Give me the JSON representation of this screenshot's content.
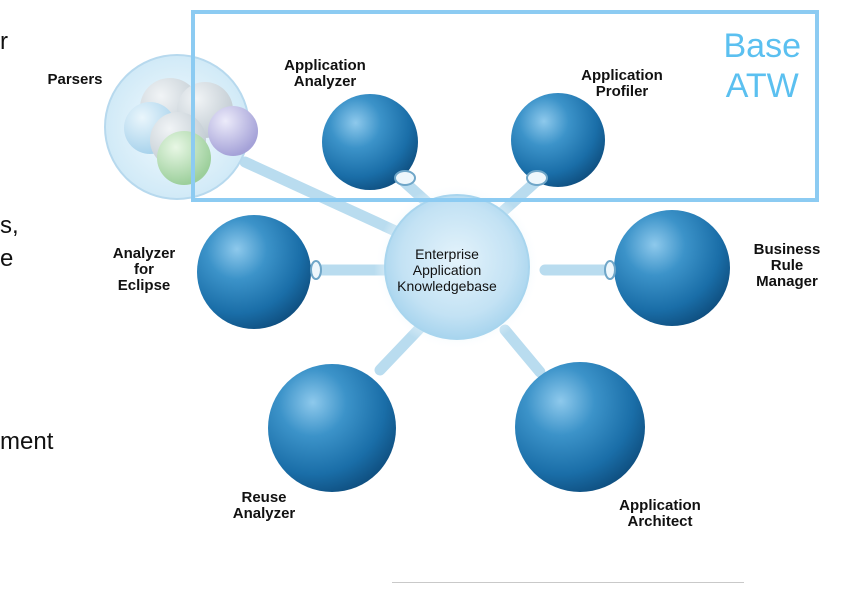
{
  "left_fragments": [
    "r",
    "s,",
    "e",
    "ment"
  ],
  "base_box": {
    "line1": "Base",
    "line2": "ATW",
    "color": "#5bc0f0",
    "border_color": "#8ccbf2"
  },
  "center": {
    "lines": [
      "Enterprise",
      "Application",
      "Knowledgebase"
    ]
  },
  "nodes": {
    "parsers": {
      "lines": [
        "Parsers"
      ]
    },
    "app_analyzer": {
      "lines": [
        "Application",
        "Analyzer"
      ]
    },
    "app_profiler": {
      "lines": [
        "Application",
        "Profiler"
      ]
    },
    "eclipse": {
      "lines": [
        "Analyzer",
        "for",
        "Eclipse"
      ]
    },
    "brm": {
      "lines": [
        "Business",
        "Rule",
        "Manager"
      ]
    },
    "reuse": {
      "lines": [
        "Reuse",
        "Analyzer"
      ]
    },
    "architect": {
      "lines": [
        "Application",
        "Architect"
      ]
    }
  },
  "colors": {
    "sphere_blue": "#1f76b0",
    "hub_light": "#cfe8f6",
    "connector": "#b9dcef"
  }
}
